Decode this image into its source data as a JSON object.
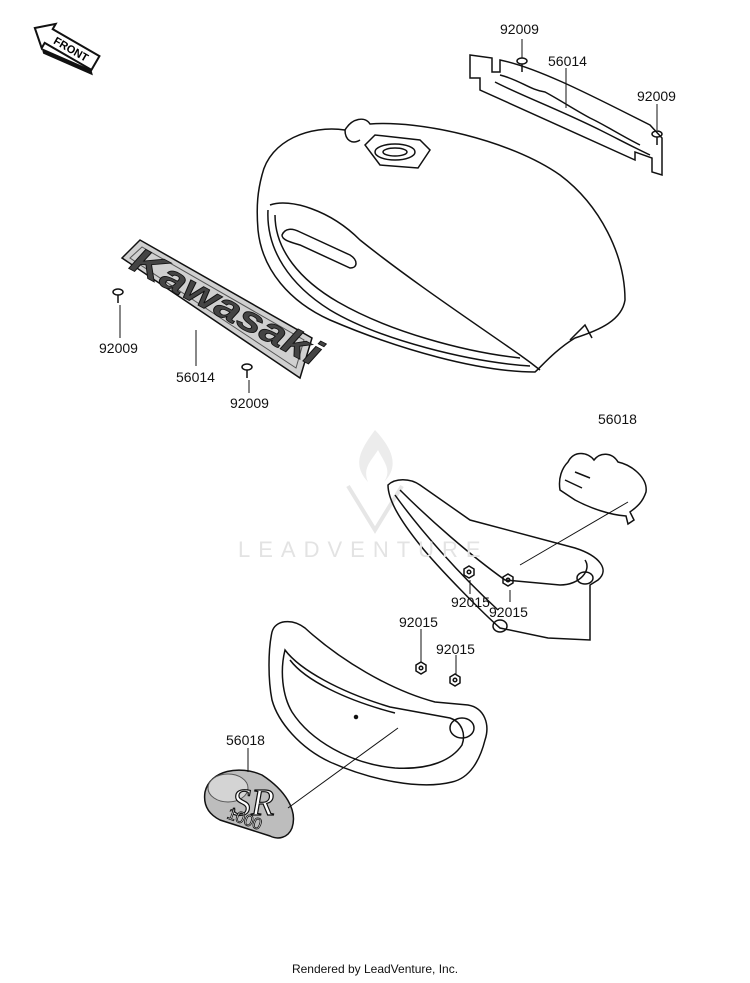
{
  "front_arrow": {
    "label": "FRONT"
  },
  "watermark": {
    "text": "LEADVENTURE"
  },
  "footer": {
    "text": "Rendered by LeadVenture, Inc."
  },
  "emblems": {
    "tank_brand": "Kawasaki",
    "cover_letters": "SR",
    "cover_number": "1000"
  },
  "callouts": {
    "c1": "92009",
    "c2": "56014",
    "c3": "92009",
    "c4": "92009",
    "c5": "56014",
    "c6": "92009",
    "c7": "56018",
    "c8": "92015",
    "c9": "92015",
    "c10": "92015",
    "c11": "92015",
    "c12": "56018"
  }
}
